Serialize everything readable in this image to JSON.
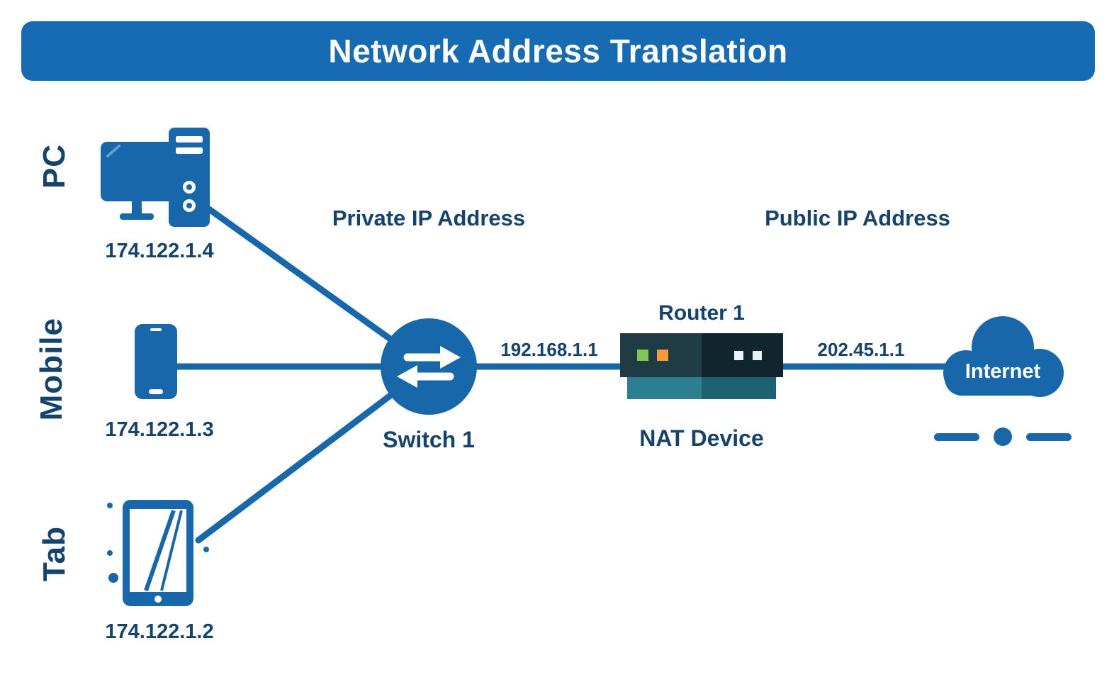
{
  "title": "Network Address Translation",
  "labels": {
    "private": "Private IP Address",
    "public": "Public IP Address"
  },
  "devices": [
    {
      "name": "PC",
      "ip": "174.122.1.4"
    },
    {
      "name": "Mobile",
      "ip": "174.122.1.3"
    },
    {
      "name": "Tab",
      "ip": "174.122.1.2"
    }
  ],
  "switch": {
    "label": "Switch 1"
  },
  "links": {
    "switch_to_router_ip": "192.168.1.1",
    "router_to_internet_ip": "202.45.1.1"
  },
  "router": {
    "label": "Router 1",
    "type": "NAT Device"
  },
  "internet": {
    "label": "Internet"
  },
  "colors": {
    "primary_blue": "#1767aa",
    "banner_blue": "#176bb3",
    "text_navy": "#16436b",
    "router_dark_left": "#1f3b44",
    "router_dark_right": "#10262e",
    "router_teal_left": "#2b7f91",
    "router_teal_right": "#1d6272",
    "led_green": "#7dc855",
    "led_orange": "#f29b38"
  }
}
